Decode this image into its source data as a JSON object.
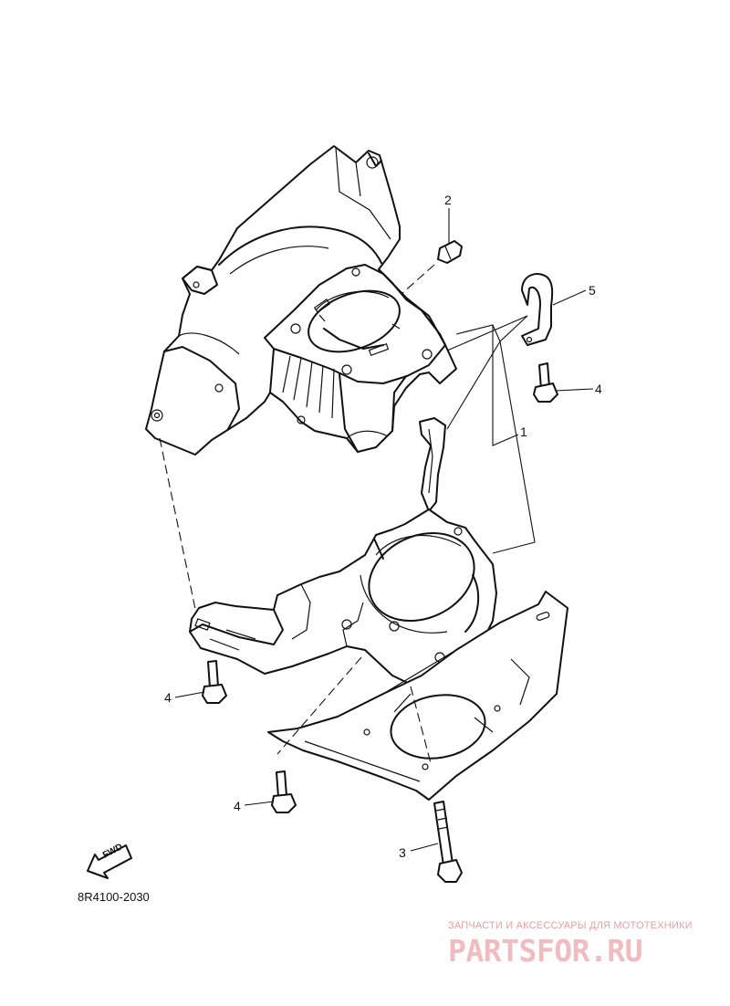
{
  "diagram": {
    "code": "8R4100-2030",
    "fwd_label": "FWD",
    "callouts": [
      {
        "id": "c2",
        "text": "2"
      },
      {
        "id": "c5",
        "text": "5"
      },
      {
        "id": "c4a",
        "text": "4"
      },
      {
        "id": "c1",
        "text": "1"
      },
      {
        "id": "c4b",
        "text": "4"
      },
      {
        "id": "c4c",
        "text": "4"
      },
      {
        "id": "c3",
        "text": "3"
      }
    ]
  },
  "watermark": {
    "tagline": "ЗАПЧАСТИ И АКСЕССУАРЫ ДЛЯ МОТОТЕХНИКИ",
    "logo": "PARTSFOR.RU",
    "color": "#f0bcc0"
  }
}
